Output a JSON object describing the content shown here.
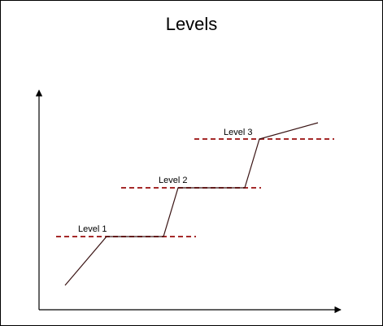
{
  "title": "Levels",
  "levels": [
    {
      "label": "Level 1"
    },
    {
      "label": "Level 2"
    },
    {
      "label": "Level 3"
    }
  ],
  "colors": {
    "background": "#ffffff",
    "axis": "#000000",
    "curve": "#3a1414",
    "level_line": "#a52a2a",
    "text": "#000000"
  }
}
